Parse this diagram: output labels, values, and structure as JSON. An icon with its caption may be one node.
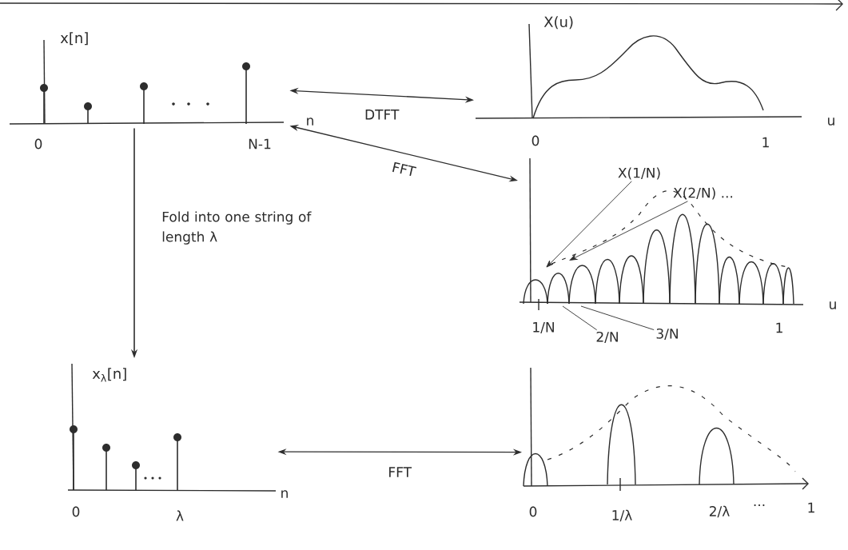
{
  "diagram": {
    "nodes": [
      {
        "text": [
          "x[n]"
        ]
      },
      {
        "text": [
          "X(u)"
        ]
      },
      {
        "text": [],
        "shape": "picture"
      },
      {
        "text": [
          "x$_{λ}$[n]"
        ]
      },
      {
        "text": [],
        "shape": "picture"
      },
      {
        "text": [
          "X(1/N)"
        ],
        "in": 2
      },
      {
        "text": [
          "X(2/N) ..."
        ],
        "in": 2
      },
      {
        "text": [
          "2/N"
        ]
      },
      {
        "text": [
          "3/N"
        ]
      }
    ],
    "edges": [
      {
        "from": 0,
        "to": 1,
        "arrow": "both",
        "label": "DTFT"
      },
      {
        "from": 0,
        "to": 2,
        "arrow": "both",
        "label": "FFT"
      },
      {
        "from": 0,
        "to": 3,
        "arrow": "to",
        "label": "Fold into one string of length λ"
      },
      {
        "from": 3,
        "to": 4,
        "arrow": "both",
        "label": "FFT"
      },
      {
        "from": 5,
        "to": 2,
        "arrow": "to"
      },
      {
        "from": 6,
        "to": 2,
        "arrow": "to"
      },
      {
        "from": 7,
        "to": 2,
        "arrow": "none"
      },
      {
        "from": 8,
        "to": 2,
        "arrow": "none"
      }
    ],
    "labels": [
      "0",
      "N-1",
      "n",
      "0",
      "1",
      "u",
      "1/N",
      "1",
      "u",
      "0",
      "λ",
      "n",
      "0",
      "1/λ",
      "2/λ",
      "...",
      "1"
    ]
  }
}
